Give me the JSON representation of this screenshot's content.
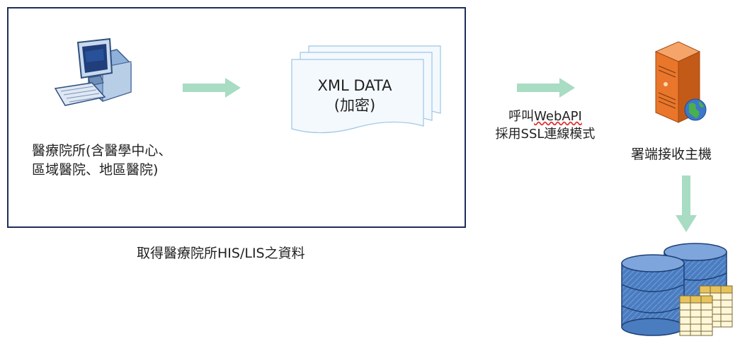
{
  "hospital": {
    "label_line1": "醫療院所(含醫學中心、",
    "label_line2": "區域醫院、地區醫院)",
    "icon": "computer-icon"
  },
  "xml": {
    "line1": "XML DATA",
    "line2": "(加密)",
    "icon": "document-stack-icon"
  },
  "frame": {
    "caption": "取得醫療院所HIS/LIS之資料"
  },
  "api": {
    "line1_prefix": "呼叫",
    "line1_link": "WebAPI",
    "line2": "採用SSL連線模式"
  },
  "server": {
    "label": "署端接收主機",
    "icon": "server-icon"
  },
  "database": {
    "icon": "database-icon"
  },
  "colors": {
    "arrow": "#a8dcc3",
    "frame_border": "#1f2d5c",
    "server_orange": "#e9762b",
    "db_blue": "#3f6fae"
  }
}
